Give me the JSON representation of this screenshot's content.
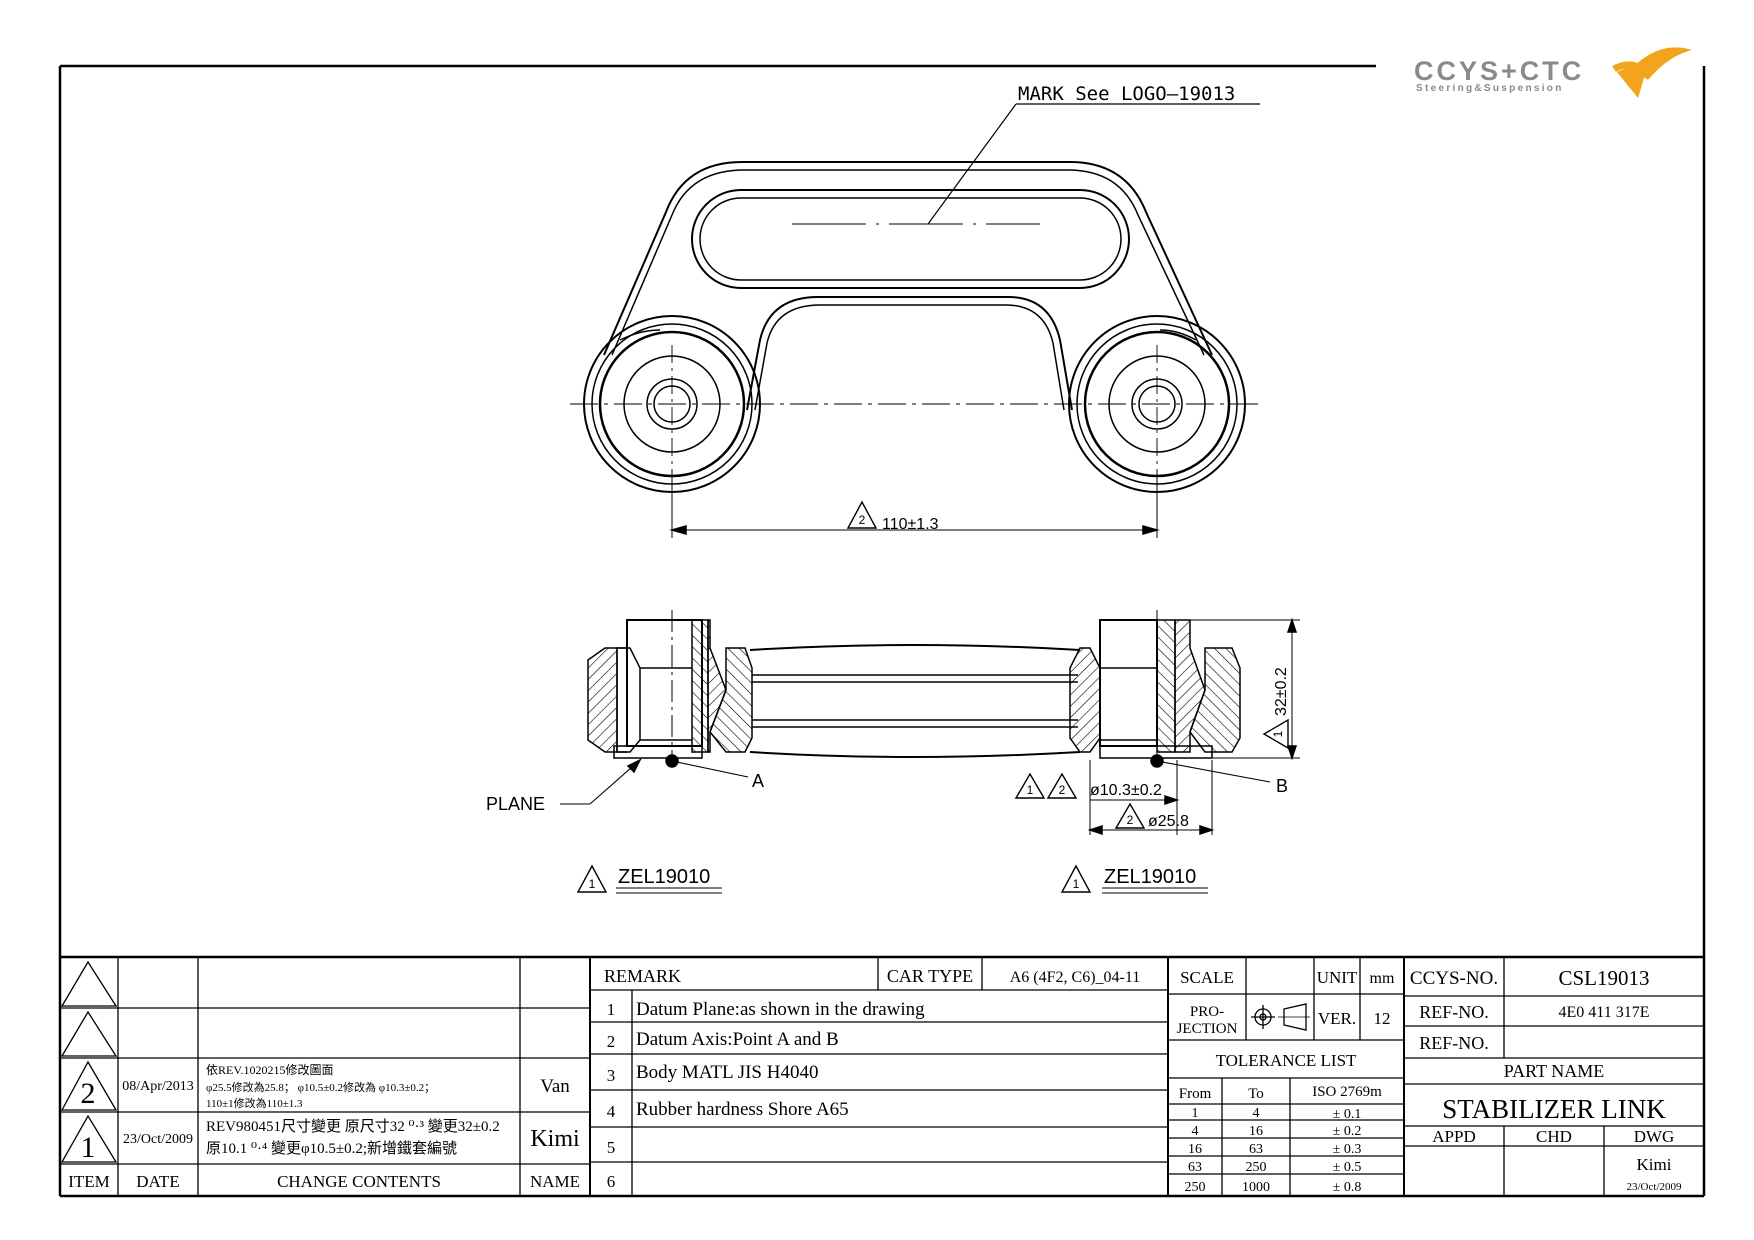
{
  "logo": {
    "brand": "CCYS+CTC",
    "tagline": "Steering&Suspension"
  },
  "drawing": {
    "mark_note": "MARK See LOGO—19013",
    "dim_length": "110±1.3",
    "dim_length_rev": "2",
    "plane_label": "PLANE",
    "point_a": "A",
    "point_b": "B",
    "dim_bore": "ø10.3±0.2",
    "dim_bore_revs": [
      "1",
      "2"
    ],
    "dim_od": "ø25.8",
    "dim_od_rev": "2",
    "dim_height": "32±0.2",
    "dim_height_rev": "1",
    "ref_left": "ZEL19010",
    "ref_left_rev": "1",
    "ref_right": "ZEL19010",
    "ref_right_rev": "1"
  },
  "revisions": {
    "headers": {
      "item": "ITEM",
      "date": "DATE",
      "contents": "CHANGE CONTENTS",
      "name": "NAME"
    },
    "rows": [
      {
        "item": "",
        "date": "",
        "contents_1": "",
        "contents_2": "",
        "contents_3": "",
        "name": ""
      },
      {
        "item": "",
        "date": "",
        "contents_1": "",
        "contents_2": "",
        "contents_3": "",
        "name": ""
      },
      {
        "item": "2",
        "date": "08/Apr/2013",
        "contents_1": "依REV.1020215修改圖面",
        "contents_2": "φ25.5修改為25.8； φ10.5±0.2修改為 φ10.3±0.2；",
        "contents_3": "110±1修改為110±1.3",
        "name": "Van"
      },
      {
        "item": "1",
        "date": "23/Oct/2009",
        "contents_1": "REV980451尺寸變更 原尺寸32 ⁰·³ 變更32±0.2",
        "contents_2": "原10.1 ⁰·⁴ 變更φ10.5±0.2;新增鐵套編號",
        "contents_3": "",
        "name": "Kimi"
      }
    ]
  },
  "remarks": {
    "header": "REMARK",
    "car_type_label": "CAR TYPE",
    "car_type": "A6 (4F2, C6)_04-11",
    "items": [
      {
        "no": "1",
        "text": "Datum Plane:as shown in the drawing"
      },
      {
        "no": "2",
        "text": "Datum Axis:Point A and B"
      },
      {
        "no": "3",
        "text": "Body MATL JIS H4040"
      },
      {
        "no": "4",
        "text": "Rubber hardness Shore A65"
      },
      {
        "no": "5",
        "text": ""
      },
      {
        "no": "6",
        "text": ""
      }
    ]
  },
  "scale": {
    "scale_label": "SCALE",
    "scale_value": "",
    "unit_label": "UNIT",
    "unit_value": "mm",
    "projection_label_1": "PRO-",
    "projection_label_2": "JECTION",
    "ver_label": "VER.",
    "ver_value": "12"
  },
  "tolerance": {
    "title": "TOLERANCE LIST",
    "headers": [
      "From",
      "To",
      "ISO 2769m"
    ],
    "rows": [
      [
        "1",
        "4",
        "± 0.1"
      ],
      [
        "4",
        "16",
        "± 0.2"
      ],
      [
        "16",
        "63",
        "± 0.3"
      ],
      [
        "63",
        "250",
        "± 0.5"
      ],
      [
        "250",
        "1000",
        "± 0.8"
      ]
    ]
  },
  "title_block": {
    "ccys_no_label": "CCYS-NO.",
    "ccys_no": "CSL19013",
    "ref_no_label_1": "REF-NO.",
    "ref_no_1": "4E0 411 317E",
    "ref_no_label_2": "REF-NO.",
    "ref_no_2": "",
    "part_name_label": "PART NAME",
    "part_name": "STABILIZER LINK",
    "appd_label": "APPD",
    "chd_label": "CHD",
    "dwg_label": "DWG",
    "appd": "",
    "chd": "",
    "dwg_name": "Kimi",
    "dwg_date": "23/Oct/2009"
  }
}
